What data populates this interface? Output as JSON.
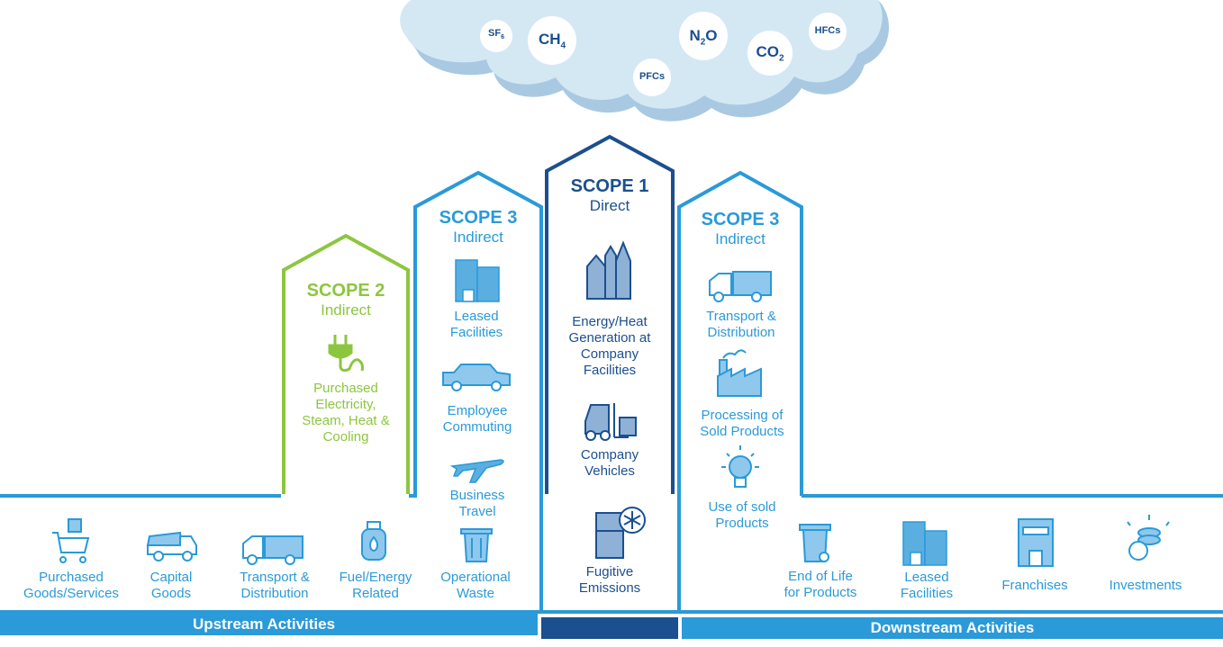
{
  "gases": {
    "sf6": {
      "label": "SF",
      "sub": "6"
    },
    "ch4": {
      "label": "CH",
      "sub": "4"
    },
    "pfcs": {
      "label": "PFCs"
    },
    "n2o": {
      "label": "N",
      "sub": "2",
      "rest": "O"
    },
    "co2": {
      "label": "CO",
      "sub": "2"
    },
    "hfcs": {
      "label": "HFCs"
    }
  },
  "scope2": {
    "title": "SCOPE 2",
    "subtitle": "Indirect",
    "items": [
      "Purchased\nElectricity,\nSteam, Heat &\nCooling"
    ]
  },
  "scope3_upstream": {
    "title": "SCOPE 3",
    "subtitle": "Indirect",
    "items": [
      "Leased\nFacilities",
      "Employee\nCommuting",
      "Business\nTravel"
    ]
  },
  "scope1": {
    "title": "SCOPE 1",
    "subtitle": "Direct",
    "items": [
      "Energy/Heat\nGeneration at\nCompany\nFacilities",
      "Company\nVehicles",
      "Fugitive\nEmissions"
    ]
  },
  "scope3_downstream": {
    "title": "SCOPE 3",
    "subtitle": "Indirect",
    "items": [
      "Transport &\nDistribution",
      "Processing of\nSold Products",
      "Use of sold\nProducts"
    ]
  },
  "upstream_items": [
    "Purchased\nGoods/Services",
    "Capital\nGoods",
    "Transport &\nDistribution",
    "Fuel/Energy\nRelated",
    "Operational\nWaste"
  ],
  "downstream_items": [
    "End of Life\nfor Products",
    "Leased\nFacilities",
    "Franchises",
    "Investments"
  ],
  "footer": {
    "upstream": "Upstream Activities",
    "downstream": "Downstream Activities"
  },
  "colors": {
    "light_blue": "#2a9ad8",
    "navy": "#1b4f8f",
    "green": "#8cc63f",
    "cloud": "#d4e8f4",
    "cloud_shadow": "#a9c9e2"
  }
}
